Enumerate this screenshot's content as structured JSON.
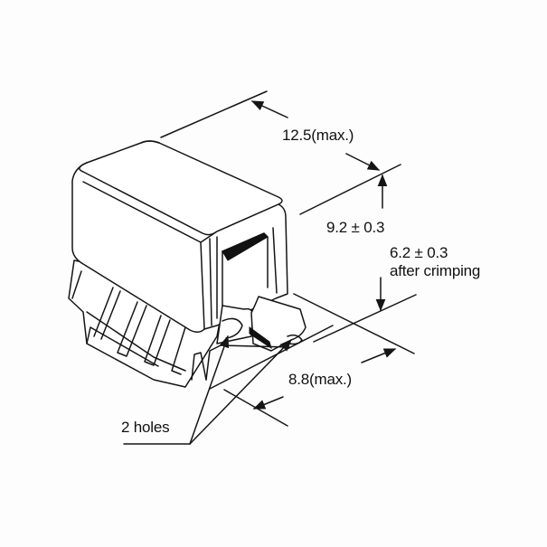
{
  "diagram": {
    "subject": "crimp connector isometric outline drawing",
    "colors": {
      "line": "#151515",
      "background": "#fdfdfd"
    },
    "dimensions": {
      "length": {
        "label": "12.5(max.)"
      },
      "height": {
        "label": "9.2 ± 0.3"
      },
      "crimp_height": {
        "label": "6.2 ± 0.3",
        "note": "after crimping"
      },
      "width": {
        "label": "8.8(max.)"
      }
    },
    "callouts": {
      "holes": {
        "label": "2 holes"
      }
    }
  }
}
